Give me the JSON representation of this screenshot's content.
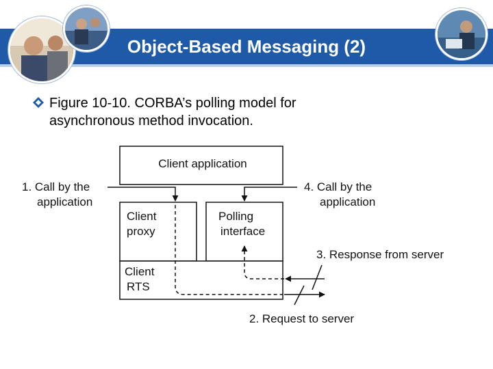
{
  "slide": {
    "title": "Object-Based Messaging (2)",
    "bullet_text_line1": "Figure 10-10. CORBA’s polling model for",
    "bullet_text_line2": "asynchronous method invocation."
  },
  "diagram": {
    "client_application": "Client application",
    "client_proxy_line1": "Client",
    "client_proxy_line2": "proxy",
    "polling_interface_line1": "Polling",
    "polling_interface_line2": "interface",
    "client_rts_line1": "Client",
    "client_rts_line2": "RTS",
    "step1_line1": "1. Call by the",
    "step1_line2": "application",
    "step4_line1": "4. Call by the",
    "step4_line2": "application",
    "step3": "3. Response from server",
    "step2": "2. Request to server"
  },
  "colors": {
    "title_band": "#1e5aa8",
    "bullet": "#1e5aa8",
    "box_fill": "#ffffff",
    "line": "#111111"
  },
  "icons": {
    "bullet": "diamond-bullet-icon",
    "photos": [
      "business-people-photo",
      "office-meeting-photo",
      "laptop-user-photo"
    ]
  }
}
